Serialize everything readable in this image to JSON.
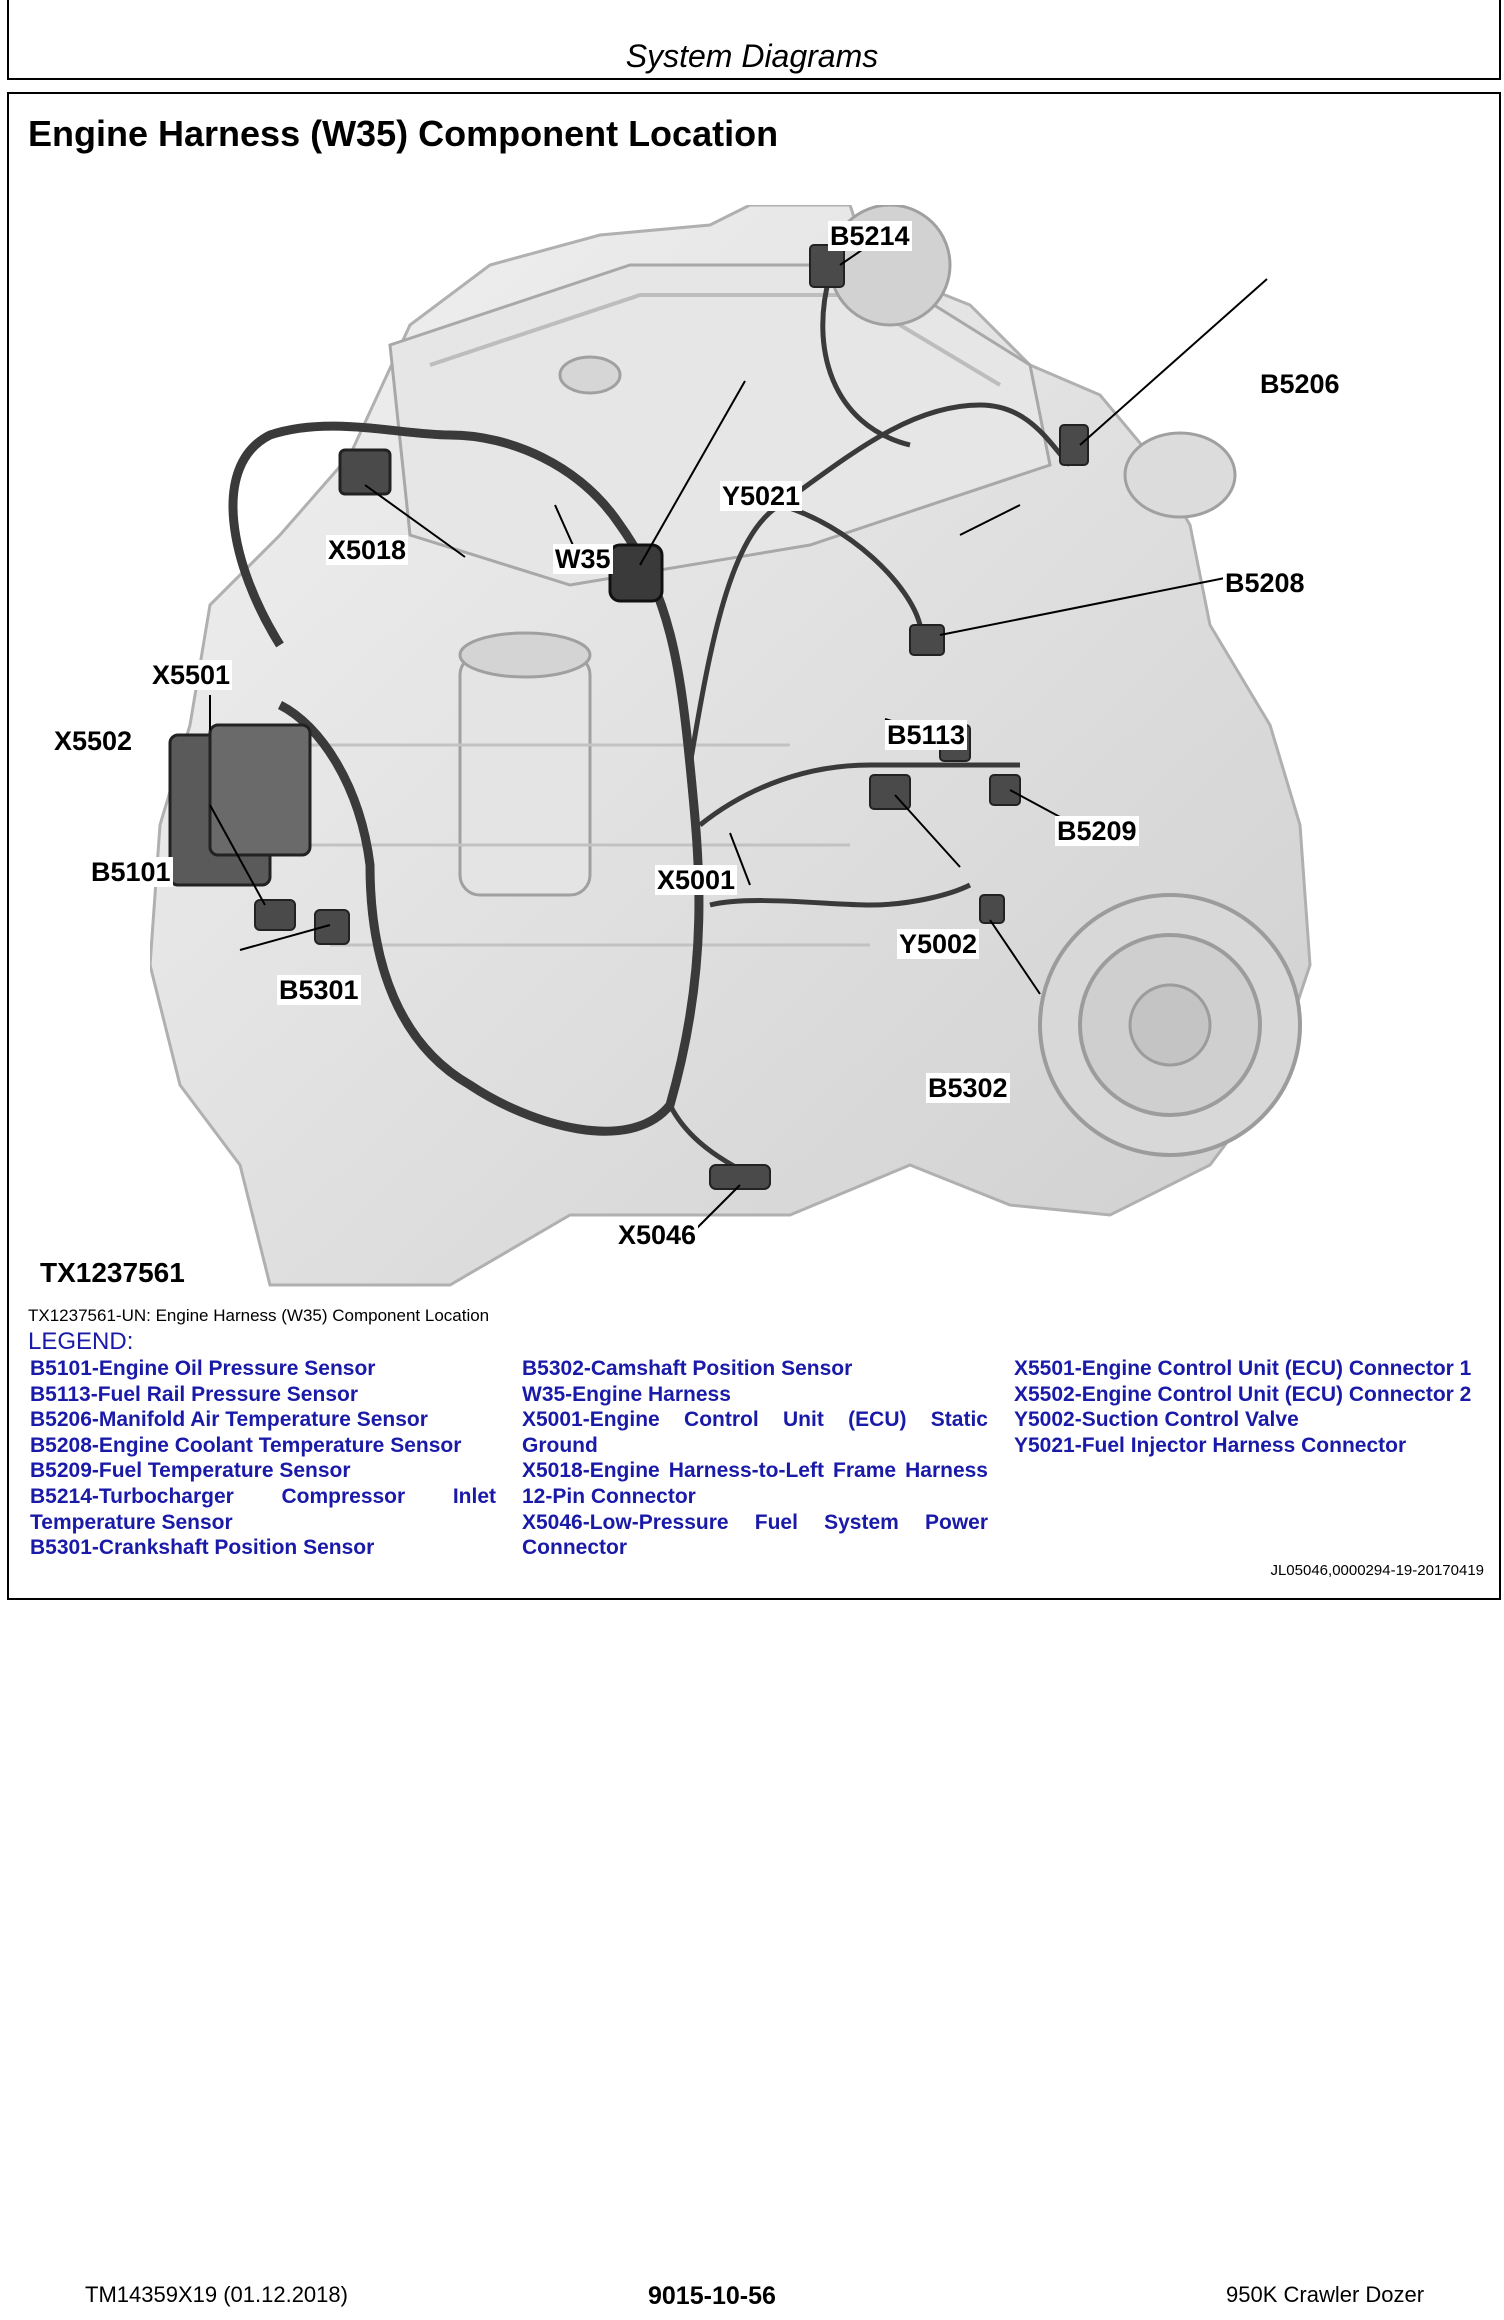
{
  "header": {
    "title": "System Diagrams"
  },
  "section": {
    "title": "Engine Harness (W35) Component Location"
  },
  "figure": {
    "callouts": {
      "B5214": "B5214",
      "B5206": "B5206",
      "Y5021": "Y5021",
      "X5018": "X5018",
      "W35": "W35",
      "B5208": "B5208",
      "X5501": "X5501",
      "X5502": "X5502",
      "B5113": "B5113",
      "B5209": "B5209",
      "B5101": "B5101",
      "X5001": "X5001",
      "Y5002": "Y5002",
      "B5301": "B5301",
      "B5302": "B5302",
      "X5046": "X5046"
    },
    "id": "TX1237561"
  },
  "caption": "TX1237561-UN: Engine Harness (W35) Component Location",
  "legend": {
    "heading": "LEGEND:",
    "col1": [
      "B5101-Engine Oil Pressure Sensor",
      "B5113-Fuel Rail Pressure Sensor",
      "B5206-Manifold Air Temperature Sensor",
      "B5208-Engine Coolant Temperature Sensor",
      "B5209-Fuel Temperature Sensor",
      "B5214-Turbocharger Compressor Inlet Temperature Sensor",
      "B5301-Crankshaft Position Sensor"
    ],
    "col2": [
      "B5302-Camshaft Position Sensor",
      "W35-Engine Harness",
      "X5001-Engine Control Unit (ECU) Static Ground",
      "X5018-Engine Harness-to-Left Frame Harness 12-Pin Connector",
      "X5046-Low-Pressure Fuel System Power Connector"
    ],
    "col3": [
      "X5501-Engine Control Unit (ECU) Connector 1",
      "X5502-Engine Control Unit (ECU) Connector 2",
      "Y5002-Suction Control Valve",
      "Y5021-Fuel Injector Harness Connector"
    ]
  },
  "doc_ref": "JL05046,0000294-19-20170419",
  "footer": {
    "left": "TM14359X19 (01.12.2018)",
    "center": "9015-10-56",
    "right": "950K Crawler Dozer"
  }
}
